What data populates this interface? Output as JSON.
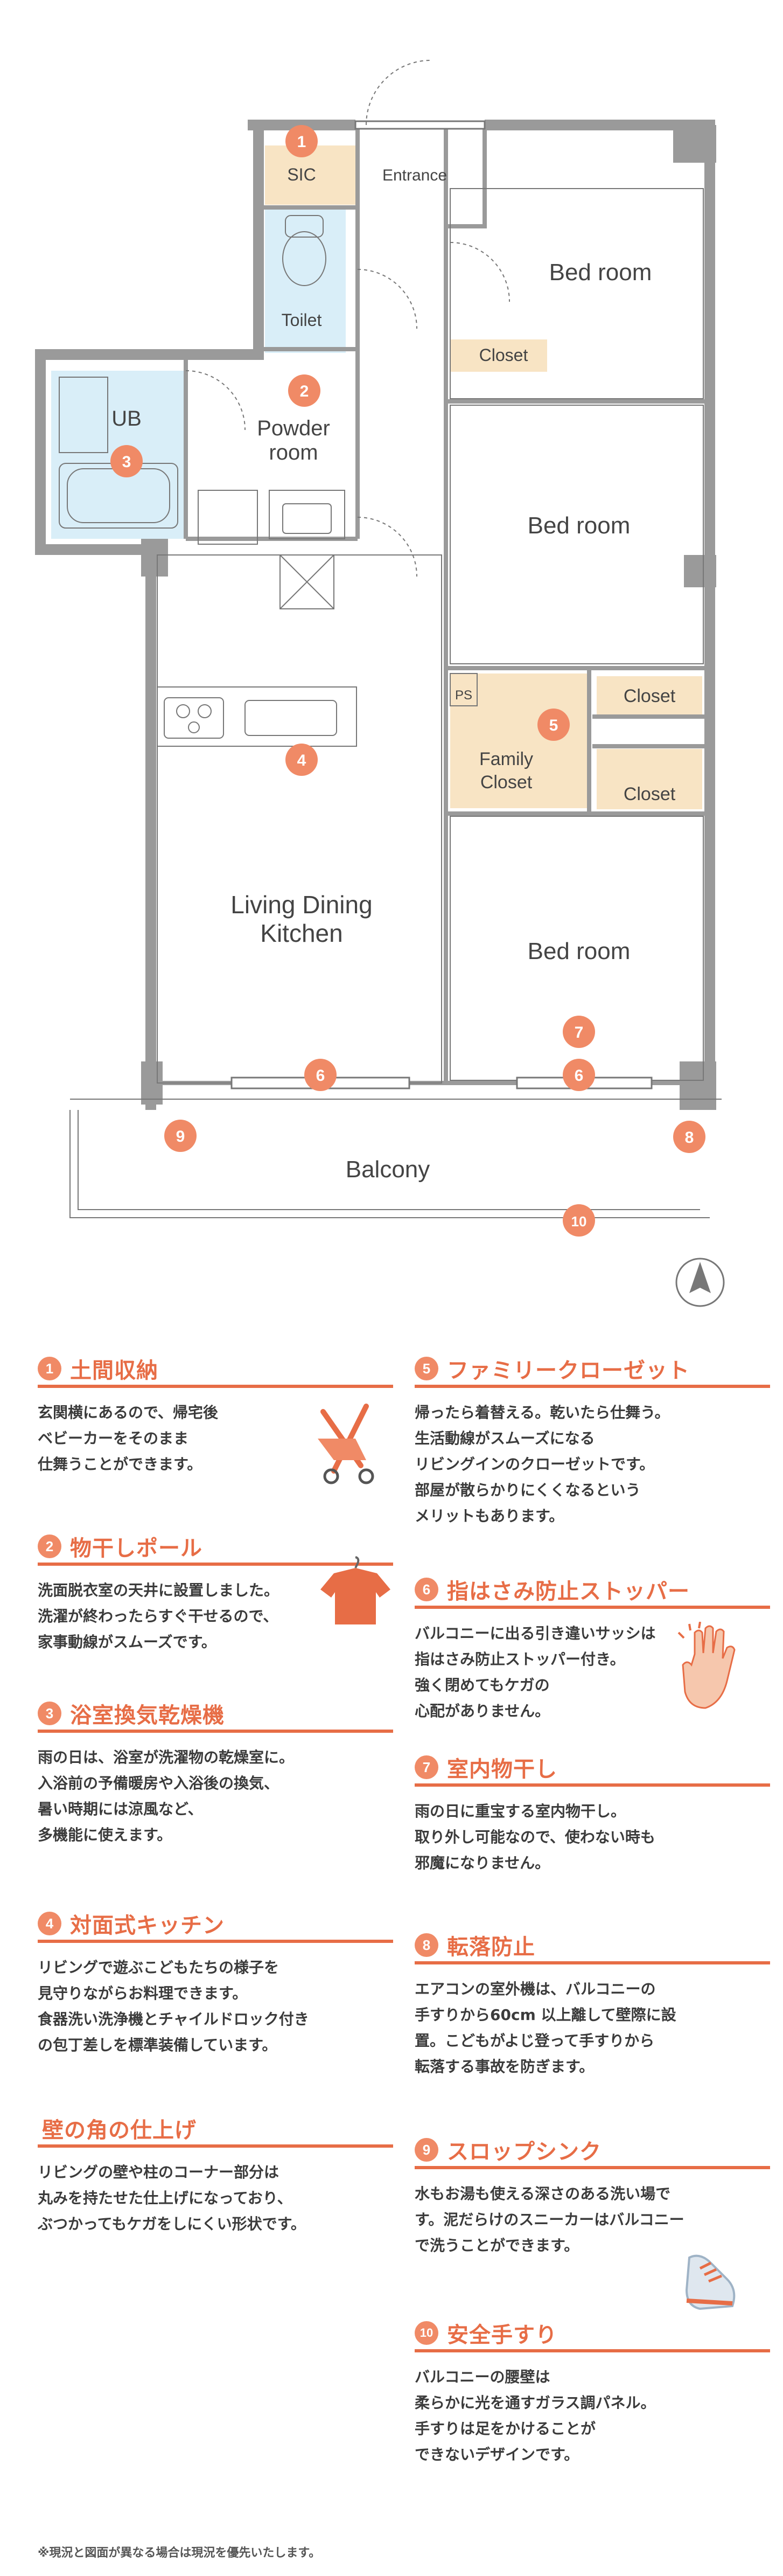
{
  "rooms": {
    "sic": "SIC",
    "entrance": "Entrance",
    "bedroom_1": "Bed room",
    "closet_1": "Closet",
    "toilet": "Toilet",
    "ub": "UB",
    "powder_1": "Powder",
    "powder_2": "room",
    "bedroom_2": "Bed room",
    "closet_2": "Closet",
    "ps": "PS",
    "family_closet_1": "Family",
    "family_closet_2": "Closet",
    "closet_3": "Closet",
    "ldk_1": "Living Dining",
    "ldk_2": "Kitchen",
    "bedroom_3": "Bed room",
    "balcony": "Balcony"
  },
  "markers": [
    "1",
    "2",
    "3",
    "4",
    "5",
    "6",
    "6",
    "7",
    "8",
    "9",
    "10"
  ],
  "colors": {
    "accent": "#e76d46",
    "marker": "#f08a66",
    "wall": "#9a9a9a",
    "bath": "#d9eef8",
    "closet": "#f8e4c4"
  },
  "features": [
    {
      "num": "1",
      "title": "土間収納",
      "body": "玄関横にあるので、帰宅後\nベビーカーをそのまま\n仕舞うことができます。",
      "icon": "stroller-icon"
    },
    {
      "num": "2",
      "title": "物干しポール",
      "body": "洗面脱衣室の天井に設置しました。\n洗濯が終わったらすぐ干せるので、\n家事動線がスムーズです。",
      "icon": "shirt-hanger-icon"
    },
    {
      "num": "3",
      "title": "浴室換気乾燥機",
      "body": "雨の日は、浴室が洗濯物の乾燥室に。\n入浴前の予備暖房や入浴後の換気、\n暑い時期には涼風など、\n多機能に使えます。"
    },
    {
      "num": "4",
      "title": "対面式キッチン",
      "body": "リビングで遊ぶこどもたちの様子を\n見守りながらお料理できます。\n食器洗い洗浄機とチャイルドロック付き\nの包丁差しを標準装備しています。"
    },
    {
      "num": "",
      "title": "壁の角の仕上げ",
      "body": "リビングの壁や柱のコーナー部分は\n丸みを持たせた仕上げになっており、\nぶつかってもケガをしにくい形状です。"
    },
    {
      "num": "5",
      "title": "ファミリークローゼット",
      "body": "帰ったら着替える。乾いたら仕舞う。\n生活動線がスムーズになる\nリビングインのクローゼットです。\n部屋が散らかりにくくなるという\nメリットもあります。"
    },
    {
      "num": "6",
      "title": "指はさみ防止ストッパー",
      "body": "バルコニーに出る引き違いサッシは\n指はさみ防止ストッパー付き。\n強く閉めてもケガの\n心配がありません。",
      "icon": "hand-icon"
    },
    {
      "num": "7",
      "title": "室内物干し",
      "body": "雨の日に重宝する室内物干し。\n取り外し可能なので、使わない時も\n邪魔になりません。"
    },
    {
      "num": "8",
      "title": "転落防止",
      "body": "エアコンの室外機は、バルコニーの\n手すりから60cm 以上離して壁際に設\n置。こどもがよじ登って手すりから\n転落する事故を防ぎます。"
    },
    {
      "num": "9",
      "title": "スロップシンク",
      "body": "水もお湯も使える深さのある洗い場で\nす。泥だらけのスニーカーはバルコニー\nで洗うことができます。",
      "icon": "sneaker-icon"
    },
    {
      "num": "10",
      "title": "安全手すり",
      "body": "バルコニーの腰壁は\n柔らかに光を通すガラス調パネル。\n手すりは足をかけることが\nできないデザインです。"
    }
  ],
  "note": "※現況と図面が異なる場合は現況を優先いたします。"
}
